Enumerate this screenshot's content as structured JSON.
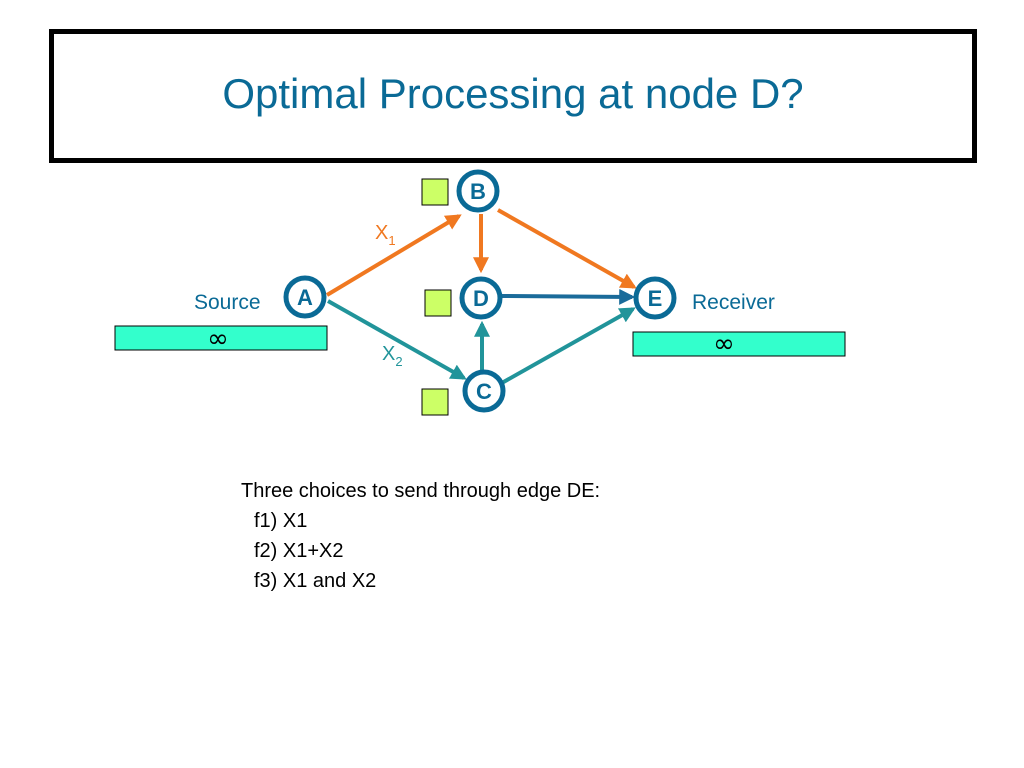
{
  "title": "Optimal Processing at node D?",
  "colors": {
    "title": "#0a6a96",
    "node_stroke": "#0a6a96",
    "x1_edge": "#f07820",
    "x2_edge": "#21949a",
    "de_edge": "#1a6b9a",
    "buffer_fill": "#ccff66",
    "capacity_fill": "#33ffcc"
  },
  "nodes": [
    {
      "id": "A",
      "label": "A"
    },
    {
      "id": "B",
      "label": "B"
    },
    {
      "id": "C",
      "label": "C"
    },
    {
      "id": "D",
      "label": "D"
    },
    {
      "id": "E",
      "label": "E"
    }
  ],
  "edges": [
    {
      "from": "A",
      "to": "B",
      "flow": "X1"
    },
    {
      "from": "B",
      "to": "D",
      "flow": "X1"
    },
    {
      "from": "B",
      "to": "E",
      "flow": "X1"
    },
    {
      "from": "A",
      "to": "C",
      "flow": "X2"
    },
    {
      "from": "C",
      "to": "D",
      "flow": "X2"
    },
    {
      "from": "C",
      "to": "E",
      "flow": "X2"
    },
    {
      "from": "D",
      "to": "E",
      "flow": "DE"
    }
  ],
  "labels": {
    "source": "Source",
    "receiver": "Receiver",
    "x1_main": "X",
    "x1_sub": "1",
    "x2_main": "X",
    "x2_sub": "2",
    "source_capacity": "∞",
    "receiver_capacity": "∞"
  },
  "notes": {
    "heading": "Three choices to send through edge DE:",
    "items": [
      "f1) X1",
      "f2) X1+X2",
      "f3) X1 and X2"
    ]
  }
}
